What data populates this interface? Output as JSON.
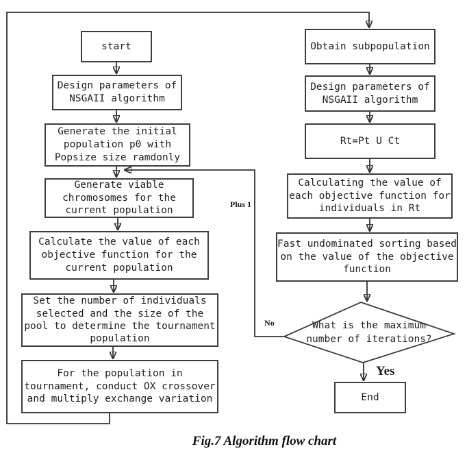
{
  "figure": {
    "caption": "Fig.7 Algorithm flow chart"
  },
  "flowchart": {
    "left": [
      {
        "id": "start",
        "label": "start"
      },
      {
        "id": "design-params-left",
        "label": "Design parameters of\nNSGAII algorithm"
      },
      {
        "id": "generate-initial",
        "label": "Generate the initial\npopulation p0 with\nPopsize size ramdonly"
      },
      {
        "id": "generate-viable",
        "label": "Generate viable\nchromosomes for the\ncurrent population"
      },
      {
        "id": "calculate-value",
        "label": "Calculate the value of each\nobjective function for the\ncurrent population"
      },
      {
        "id": "set-number",
        "label": "Set the number of individuals\nselected and the size of the\npool to determine the tournament\npopulation"
      },
      {
        "id": "ox-crossover",
        "label": "For the population in\ntournament, conduct OX crossover\nand multiply exchange variation"
      }
    ],
    "right": [
      {
        "id": "obtain-subpopulation",
        "label": "Obtain subpopulation"
      },
      {
        "id": "design-params-right",
        "label": "Design parameters of\nNSGAII algorithm"
      },
      {
        "id": "rt-union",
        "label": "Rt=Pt U Ct"
      },
      {
        "id": "calculating-value-rt",
        "label": "Calculating the value of\neach objective function for\nindividuals in Rt"
      },
      {
        "id": "fast-sorting",
        "label": "Fast undominated sorting based\non the value of the objective\nfunction"
      }
    ],
    "decision": {
      "label": "What is the maximum\nnumber of iterations?"
    },
    "end": {
      "label": "End"
    },
    "edge_labels": {
      "no": "No",
      "yes": "Yes",
      "plus_one": "Plus 1"
    }
  },
  "colors": {
    "line": "#333333",
    "border": "#3d3d3d",
    "text": "#1e1e1e",
    "background": "#ffffff"
  }
}
